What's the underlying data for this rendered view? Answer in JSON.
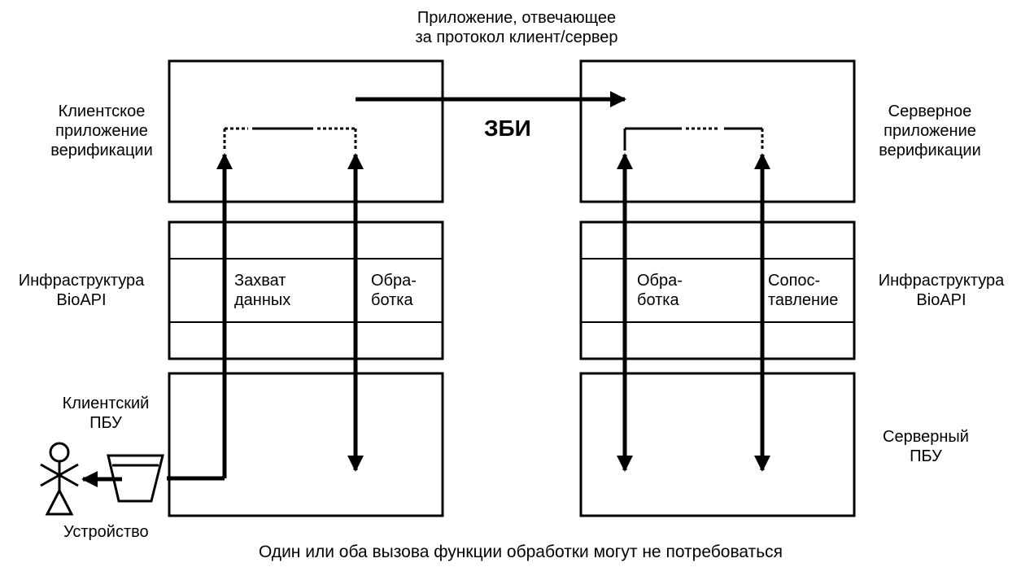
{
  "labels": {
    "top_app": "Приложение, отвечающее\nза протокол клиент/сервер",
    "client_app": "Клиентское\nприложение\nверификации",
    "server_app": "Серверное\nприложение\nверификации",
    "zbi": "ЗБИ",
    "infra_left": "Инфраструктура\nBioAPI",
    "infra_right": "Инфраструктура\nBioAPI",
    "capture": "Захват\nданных",
    "process_left": "Обра-\nботка",
    "process_right": "Обра-\nботка",
    "matching": "Сопос-\nтавление",
    "client_bsp": "Клиентский\nПБУ",
    "server_bsp": "Серверный\nПБУ",
    "device": "Устройство",
    "footer": "Один или оба вызова функции обработки могут не потребоваться"
  },
  "icons": {
    "person": "stick-figure-icon",
    "device": "device-bucket-icon"
  },
  "colors": {
    "line": "#000000",
    "background": "#ffffff"
  }
}
